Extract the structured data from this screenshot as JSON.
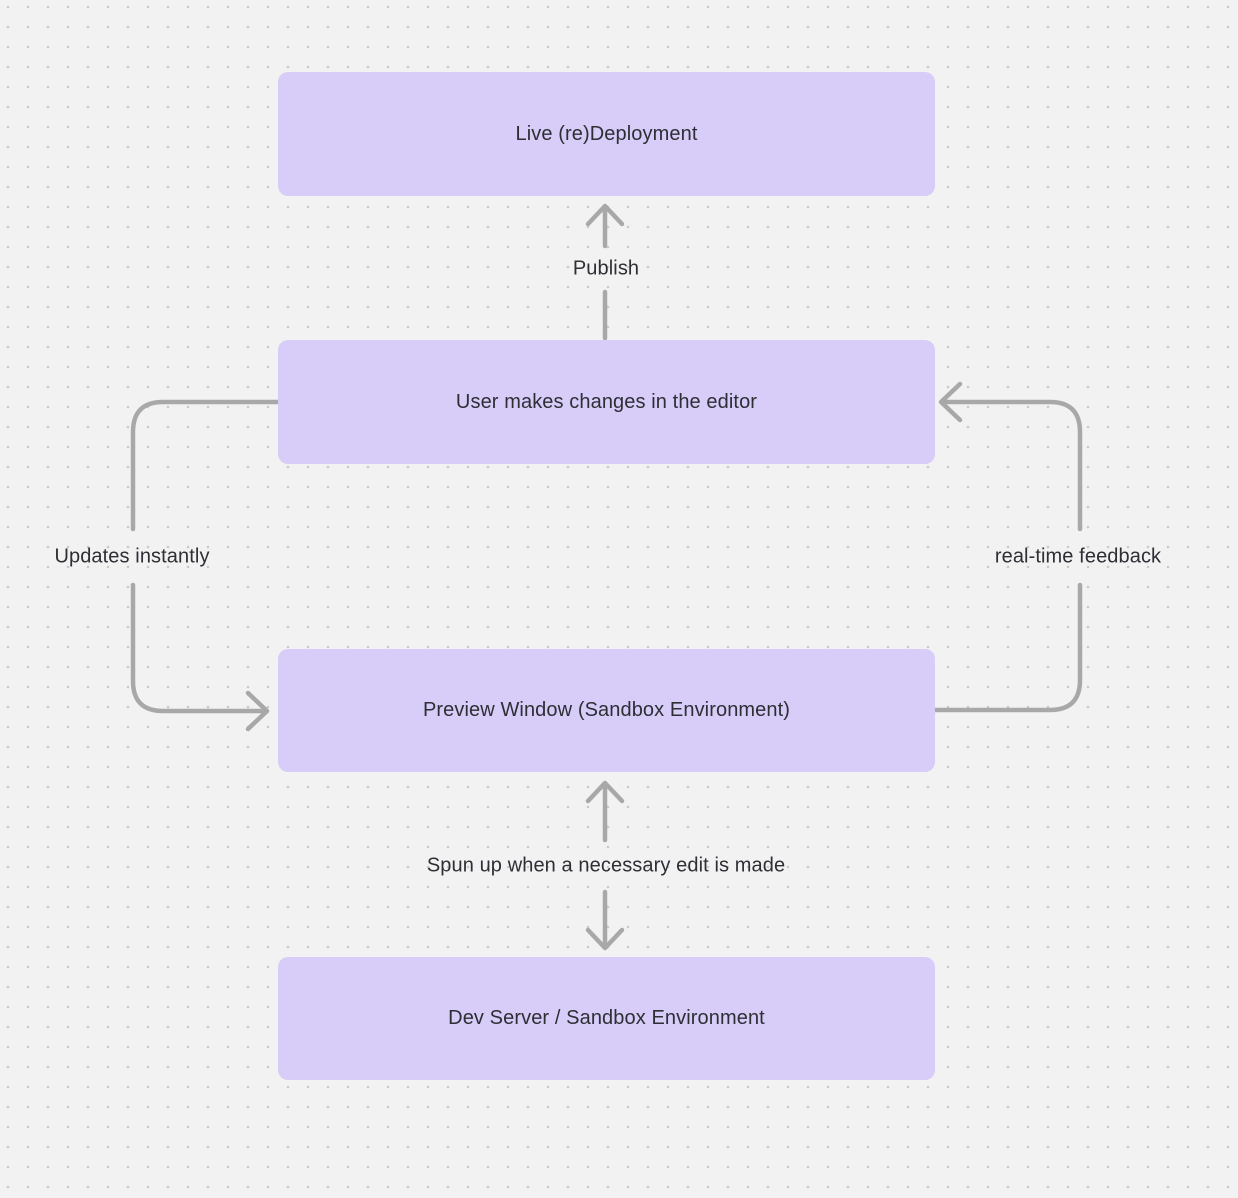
{
  "diagram": {
    "colors": {
      "background": "#f2f2f2",
      "dot": "#c9c9c9",
      "node_fill": "#d7cdf8",
      "text": "#2e2e35",
      "arrow": "#a8a8a8"
    },
    "nodes": [
      {
        "id": "live-redeployment",
        "label": "Live (re)Deployment"
      },
      {
        "id": "editor-changes",
        "label": "User makes changes in the editor"
      },
      {
        "id": "preview-window",
        "label": "Preview Window (Sandbox Environment)"
      },
      {
        "id": "dev-server",
        "label": "Dev Server / Sandbox Environment"
      }
    ],
    "edges": [
      {
        "id": "publish",
        "label": "Publish",
        "from": "editor-changes",
        "to": "live-redeployment",
        "bidirectional": false
      },
      {
        "id": "updates-instantly",
        "label": "Updates instantly",
        "from": "editor-changes",
        "to": "preview-window",
        "bidirectional": false
      },
      {
        "id": "real-time-feedback",
        "label": "real-time feedback",
        "from": "preview-window",
        "to": "editor-changes",
        "bidirectional": false
      },
      {
        "id": "spun-up",
        "label": "Spun up when a necessary edit is made",
        "from": "preview-window",
        "to": "dev-server",
        "bidirectional": true
      }
    ]
  }
}
